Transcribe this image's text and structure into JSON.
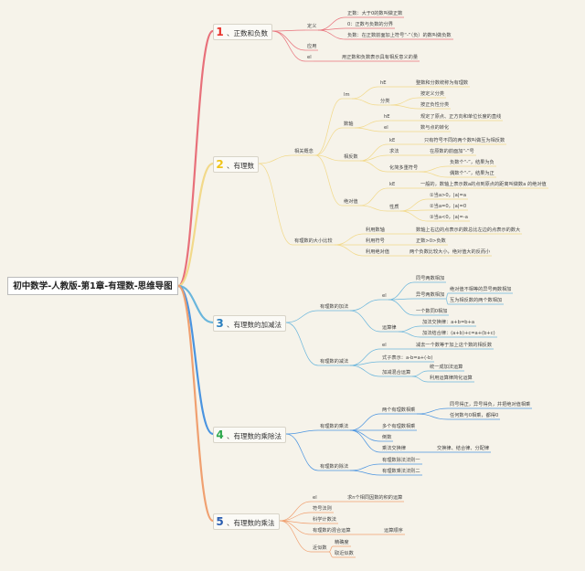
{
  "root": "初中数学-人教版-第1章-有理数-思维导图",
  "colors": {
    "c1": "#e8707a",
    "c2": "#f2d98a",
    "c3": "#6ab6dc",
    "c4": "#4a94e0",
    "c5": "#f0a070"
  },
  "chapters": [
    {
      "num": "1",
      "label": "、正数和负数",
      "color": "#e8332b"
    },
    {
      "num": "2",
      "label": "、有理数",
      "color": "#f0c419"
    },
    {
      "num": "3",
      "label": "、有理数的加减法",
      "color": "#2a7fbf"
    },
    {
      "num": "4",
      "label": "、有理数的乘除法",
      "color": "#2fa84f"
    },
    {
      "num": "5",
      "label": "、有理数的乘法",
      "color": "#2a5db0"
    }
  ],
  "n": [
    "定义",
    "正数：大于0的数叫做正数",
    "0：正数与负数的分界",
    "负数：在正数前面加上符号“-”（负）的数叫做负数",
    "应用",
    "el",
    "用正数和负数表示具有相反意义的量",
    "相关概念",
    "lm",
    "数轴",
    "相反数",
    "绝对值",
    "hE",
    "分类",
    "整数和分数统称为有理数",
    "按定义分类",
    "按正负性分类",
    "hE",
    "规定了原点、正方向和单位长度的直线",
    "el",
    "数与点的转化",
    "kE",
    "只有符号不同的两个数叫做互为相反数",
    "求法",
    "在原数的前面加“-”号",
    "化简多重符号",
    "负数个“-”，结果为负",
    "偶数个“-”，结果为正",
    "kE",
    "一般的，数轴上表示数a的点到原点的距离叫做数a 的绝对值",
    "性质",
    "①当a>0，|a|=a",
    "②当a=0，|a|=0",
    "③当a<0，|a|=-a",
    "有理数的大小比较",
    "利用数轴",
    "数轴上右边的点表示的数总比左边的点表示的数大",
    "利用符号",
    "正数>0>负数",
    "利用绝对值",
    "两个负数比较大小，绝对值大的反而小",
    "有理数的加法",
    "el",
    "同号两数相加",
    "异号两数相加",
    "绝对值不相等的异号两数相加",
    "互为相反数的两个数相加",
    "一个数同0相加",
    "运算律",
    "加法交换律：a+b=b+a",
    "加法结合律：(a+b)+c=a+(b+c)",
    "有理数的减法",
    "el",
    "减去一个数等于加上这个数的相反数",
    "式子表示：a-b=a+(-b)",
    "加减混合运算",
    "统一成加法运算",
    "利用运算律简化运算",
    "有理数的乘法",
    "两个有理数相乘",
    "同号得正，异号得负，并把绝对值相乘",
    "任何数与0相乘，都得0",
    "多个有理数相乘",
    "倒数",
    "乘法交换律",
    "交换律、结合律、分配律",
    "有理数的除法",
    "有理数除法法则一",
    "有理数乘法法则二",
    "el",
    "求n个相同因数的积的运算",
    "符号法则",
    "科学计数法",
    "有理数的混合运算",
    "运算顺序",
    "近似数",
    "精确度",
    "取近似数"
  ]
}
